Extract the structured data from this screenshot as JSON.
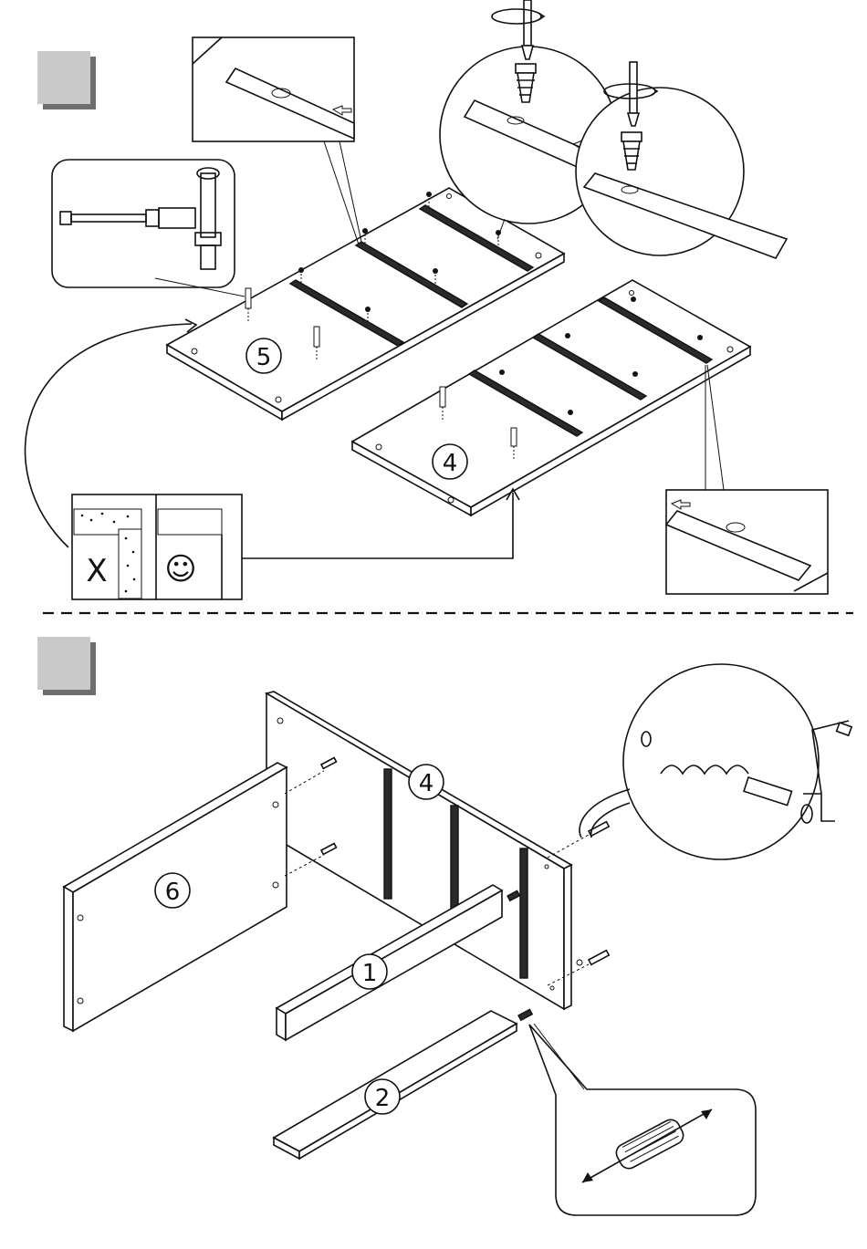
{
  "diagram": {
    "part_labels": {
      "p1": "1",
      "p2": "2",
      "p4_top": "4",
      "p4_bottom": "4",
      "p5": "5",
      "p6": "6"
    },
    "wrong_mark": "X",
    "right_mark": "☺",
    "icons": {
      "step_box": "grey-square-shaded",
      "screwdriver": "screwdriver-rotate-icon",
      "cam_bolt": "cam-bolt-icon",
      "dowel": "wooden-dowel-icon",
      "crank": "crank-handle-icon",
      "rotate_arrow": "rotate-arrow-icon"
    },
    "colors": {
      "stroke": "#111111",
      "step_fill": "#c9c9c9",
      "step_shadow": "#6e6e6e",
      "background": "#ffffff"
    }
  }
}
